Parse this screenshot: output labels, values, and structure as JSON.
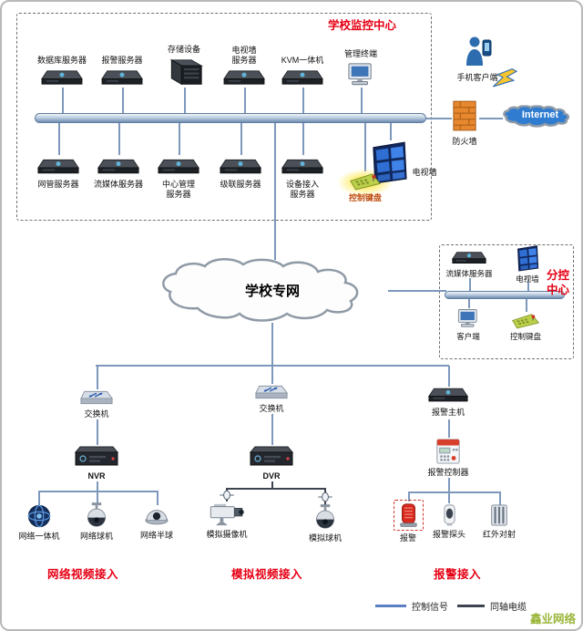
{
  "center": {
    "title": "学校监控中心",
    "top": [
      {
        "label": "数据库服务器"
      },
      {
        "label": "报警服务器"
      },
      {
        "label": "存储设备"
      },
      {
        "label": "电视墙服务器"
      },
      {
        "label": "KVM一体机"
      },
      {
        "label": "管理终端"
      }
    ],
    "bottom": [
      {
        "label": "网管服务器"
      },
      {
        "label": "流媒体服务器"
      },
      {
        "label": "中心管理服务器"
      },
      {
        "label": "级联服务器"
      },
      {
        "label": "设备接入服务器"
      },
      {
        "label": "控制键盘"
      },
      {
        "label": "电视墙"
      }
    ]
  },
  "wan": {
    "mobile": "手机客户端",
    "firewall": "防火墙",
    "internet": "Internet"
  },
  "cloud_label": "学校专网",
  "sub": {
    "title": "分控中心",
    "devices": [
      {
        "label": "流媒体服务器"
      },
      {
        "label": "电视墙"
      },
      {
        "label": "客户端"
      },
      {
        "label": "控制键盘"
      }
    ]
  },
  "net": {
    "switch": "交换机",
    "recorder": "NVR",
    "devices": [
      {
        "label": "网络一体机"
      },
      {
        "label": "网络球机"
      },
      {
        "label": "网络半球"
      }
    ],
    "caption": "网络视频接入"
  },
  "analog": {
    "switch": "交换机",
    "recorder": "DVR",
    "devices": [
      {
        "label": "模拟摄像机"
      },
      {
        "label": "模拟球机"
      }
    ],
    "caption": "模拟视频接入"
  },
  "alarm": {
    "host": "报警主机",
    "controller": "报警控制器",
    "devices": [
      {
        "label": "报警"
      },
      {
        "label": "报警探头"
      },
      {
        "label": "红外对射"
      }
    ],
    "caption": "报警接入"
  },
  "legend": {
    "control": "控制信号",
    "coax": "同轴电缆"
  },
  "watermark": "鑫业网络",
  "colors": {
    "accent_red": "#e60014",
    "keyboard_label_orange": "#c05010",
    "control_signal_blue": "#5b7fc4",
    "coax_dark": "#3d4450",
    "bus_blue": "#8fabc9",
    "firewall_orange": "#e8882e",
    "internet_cloud_blue": "#2f7cd0",
    "tv_wall_blue": "#2f6fd4",
    "watermark_green": "#9ab63a"
  },
  "icons": [
    "server-icon",
    "storage-icon",
    "terminal-icon",
    "mobile-client-icon",
    "firewall-icon",
    "internet-cloud-icon",
    "network-cloud-icon",
    "control-keyboard-icon",
    "tv-wall-icon",
    "switch-icon",
    "recorder-icon",
    "network-terminal-icon",
    "dome-camera-icon",
    "half-dome-camera-icon",
    "box-camera-icon",
    "alarm-siren-icon",
    "alarm-controller-icon",
    "alarm-detector-icon",
    "infrared-beam-icon",
    "lightning-icon",
    "bnc-connector-icon"
  ]
}
